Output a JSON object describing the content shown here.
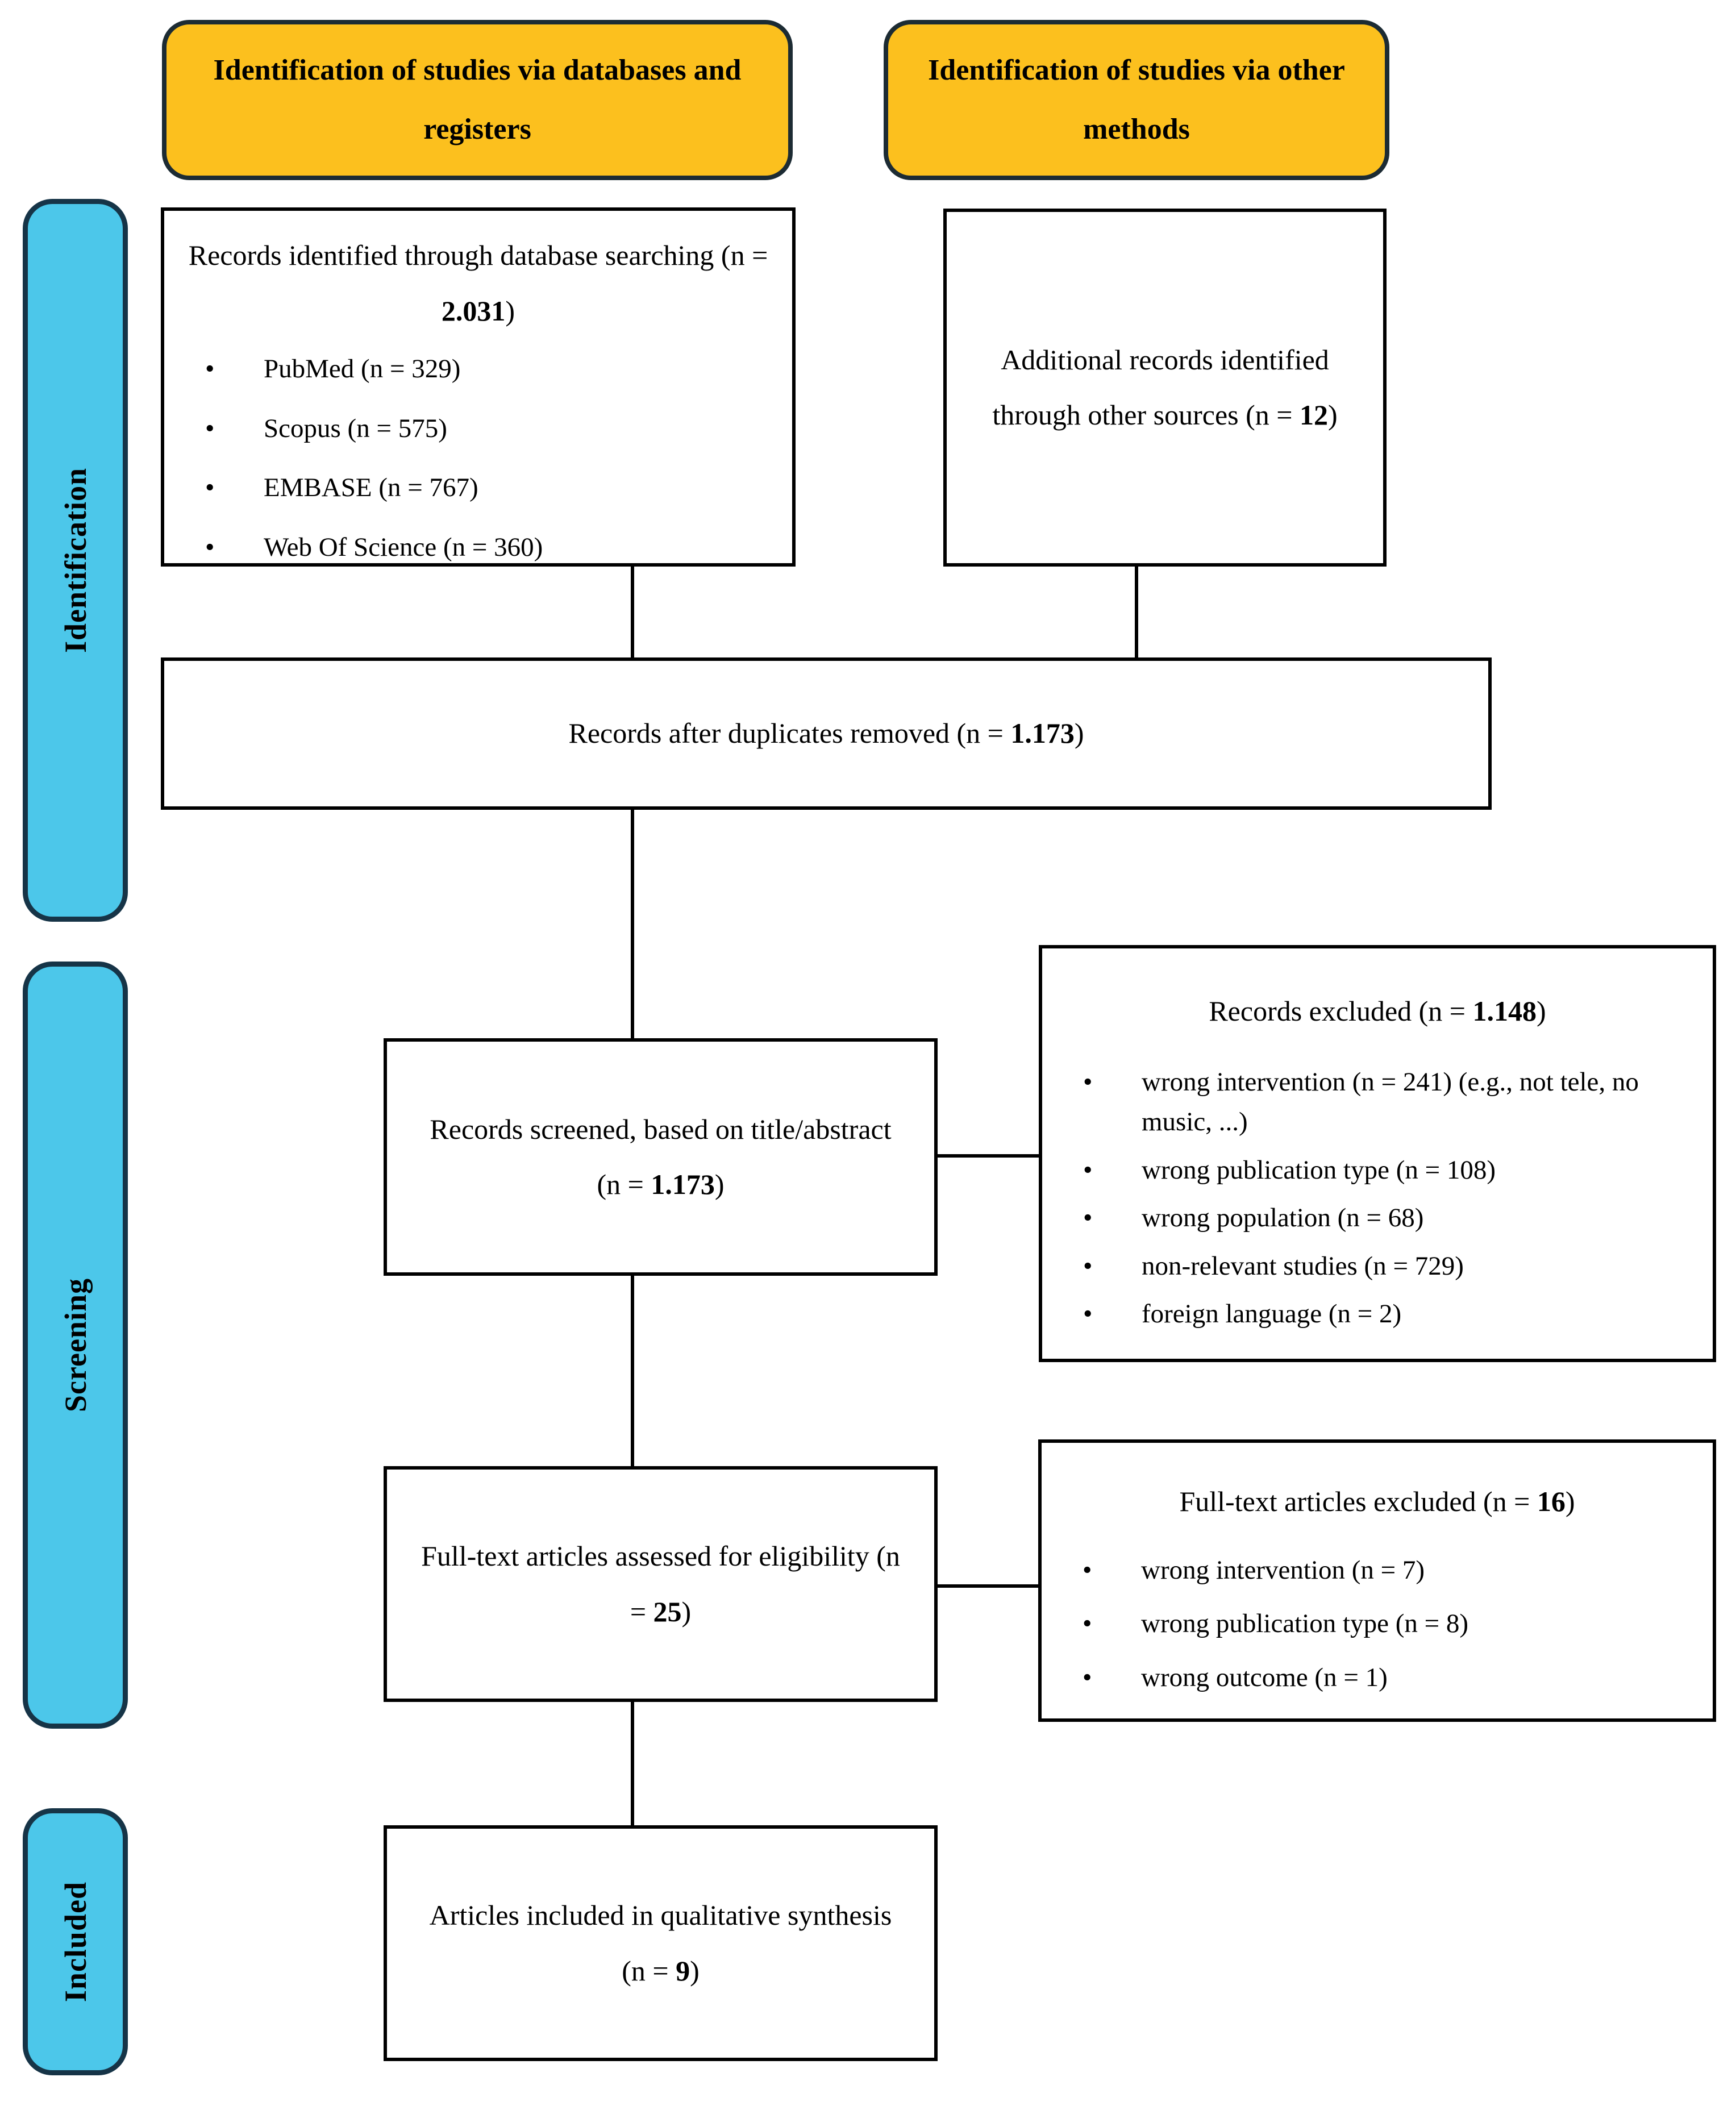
{
  "colors": {
    "header_fill": "#FCC01E",
    "header_border": "#1C2B33",
    "panel_fill": "#4CC7EA",
    "panel_border": "#163447",
    "line": "#000000",
    "box_border": "#000000"
  },
  "sidebar": {
    "items": [
      {
        "label": "Identification"
      },
      {
        "label": "Screening"
      },
      {
        "label": "Included"
      }
    ]
  },
  "headers": {
    "databases": "Identification of studies via databases and registers",
    "other": "Identification of studies via other methods"
  },
  "boxes": {
    "identified": {
      "pre": "Records identified through database searching (n = ",
      "n": "2.031",
      "post": ")",
      "bullets": [
        "PubMed (n = 329)",
        "Scopus (n = 575)",
        "EMBASE (n = 767)",
        "Web Of Science (n = 360)"
      ]
    },
    "additional": {
      "pre": "Additional records identified through other sources (n = ",
      "n": "12",
      "post": ")"
    },
    "deduplicated": {
      "pre": "Records after duplicates removed (n = ",
      "n": "1.173",
      "post": ")"
    },
    "screened": {
      "pre": "Records screened, based on title/abstract (n = ",
      "n": "1.173",
      "post": ")"
    },
    "records_excluded": {
      "pre": "Records excluded (n = ",
      "n": "1.148",
      "post": ")",
      "bullets": [
        "wrong intervention (n = 241) (e.g., not tele, no music, ...)",
        "wrong publication type (n = 108)",
        "wrong population (n = 68)",
        "non-relevant studies (n = 729)",
        "foreign language (n = 2)"
      ]
    },
    "fulltext": {
      "pre": "Full-text articles assessed for eligibility (n = ",
      "n": "25",
      "post": ")"
    },
    "fulltext_excluded": {
      "pre": "Full-text articles excluded (n = ",
      "n": "16",
      "post": ")",
      "bullets": [
        "wrong intervention (n = 7)",
        "wrong publication type (n = 8)",
        "wrong outcome (n = 1)"
      ]
    },
    "included": {
      "pre": "Articles included in qualitative synthesis (n = ",
      "n": "9",
      "post": ")"
    }
  }
}
